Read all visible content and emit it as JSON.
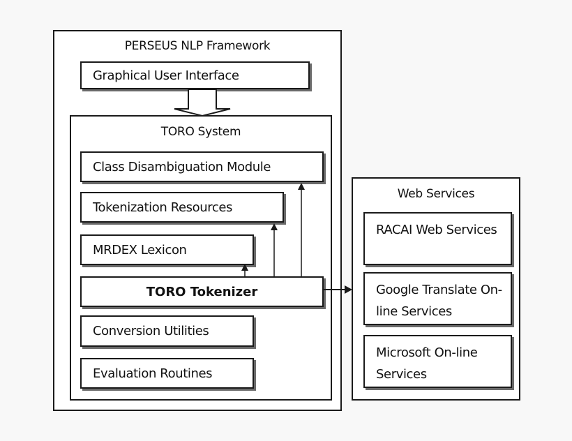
{
  "framework": {
    "title": "PERSEUS   NLP Framework",
    "gui_label": "Graphical User Interface"
  },
  "toro": {
    "title": "TORO System",
    "modules": {
      "class_disambiguation": "Class Disambiguation Module",
      "tokenization_resources": "Tokenization Resources",
      "mrdex_lexicon": "MRDEX Lexicon",
      "tokenizer": "TORO Tokenizer",
      "conversion_utilities": "Conversion Utilities",
      "evaluation_routines": "Evaluation Routines"
    }
  },
  "web_services": {
    "title": "Web Services",
    "items": [
      "RACAI Web Services",
      "Google Translate On-line Services",
      "Microsoft On-line Services"
    ]
  }
}
